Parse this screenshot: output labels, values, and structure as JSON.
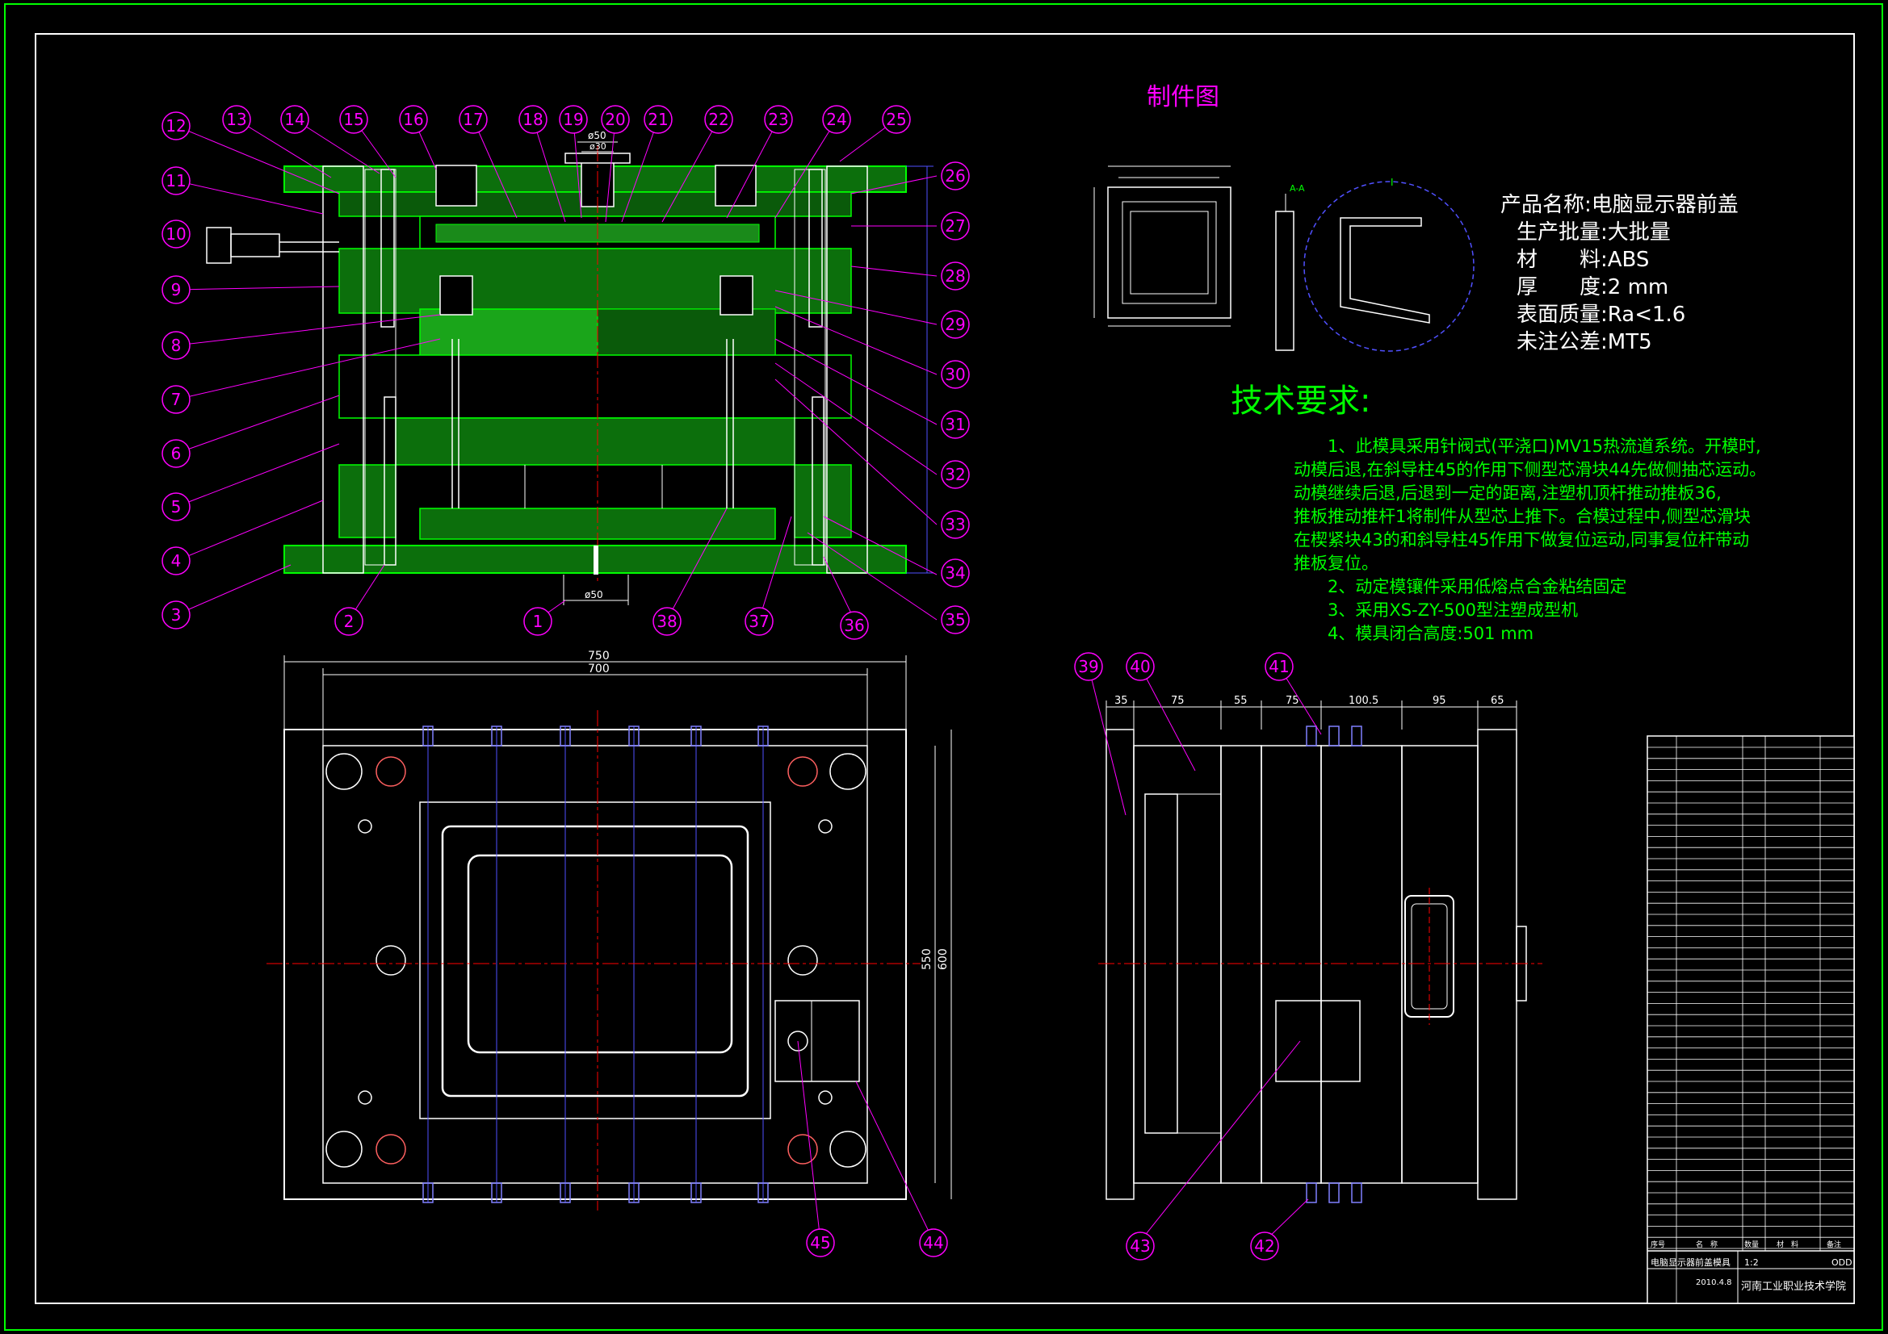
{
  "header": {
    "part_drawing_title": "制件图"
  },
  "product_info": [
    {
      "label": "产品名称:",
      "value": "电脑显示器前盖"
    },
    {
      "label": "生产批量:",
      "value": "大批量"
    },
    {
      "label": "材　　料:",
      "value": "ABS"
    },
    {
      "label": "厚　　度:",
      "value": "2 mm"
    },
    {
      "label": "表面质量:",
      "value": "Ra<1.6"
    },
    {
      "label": "未注公差:",
      "value": "MT5"
    }
  ],
  "tech": {
    "title": "技术要求:",
    "lines": [
      "　　1、此模具采用针阀式(平浇口)MV15热流道系统。开模时,",
      "动模后退,在斜导柱45的作用下侧型芯滑块44先做侧抽芯运动。",
      "动模继续后退,后退到一定的距离,注塑机顶杆推动推板36,",
      "推板推动推杆1将制件从型芯上推下。合模过程中,侧型芯滑块",
      "在楔紧块43的和斜导柱45作用下做复位运动,同事复位杆带动",
      "推板复位。",
      "　　2、动定模镶件采用低熔点合金粘结固定",
      "　　3、采用XS-ZY-500型注塑成型机",
      "　　4、模具闭合高度:501 mm"
    ]
  },
  "balloons_top": [
    "12",
    "13",
    "14",
    "15",
    "16",
    "17",
    "18",
    "19",
    "20",
    "21",
    "22",
    "23",
    "24",
    "25"
  ],
  "balloons_left": [
    "11",
    "10",
    "9",
    "8",
    "7",
    "6",
    "5",
    "4",
    "3"
  ],
  "balloons_right": [
    "26",
    "27",
    "28",
    "29",
    "30",
    "31",
    "32",
    "33",
    "34",
    "35"
  ],
  "balloons_bottom": [
    "2",
    "1",
    "38",
    "37",
    "36"
  ],
  "balloons_side_top": [
    "39",
    "40",
    "41"
  ],
  "balloons_lower": [
    "45",
    "44",
    "43",
    "42"
  ],
  "dims": {
    "d750": "750",
    "d700": "700",
    "d550": "550",
    "d600": "600",
    "phi50_top": "ø50",
    "phi30": "ø30",
    "phi50_bottom": "ø50",
    "side": [
      "35",
      "75",
      "55",
      "75",
      "100.5",
      "95",
      "65"
    ]
  },
  "section_labels": {
    "aa": "A-A",
    "detail": "I"
  },
  "title_block": {
    "drawing_name": "电脑显示器前盖模具",
    "school": "河南工业职业技术学院",
    "date": "2010.4.8",
    "scale": "1:2",
    "code": "ODD",
    "headers": [
      "序号",
      "名　称",
      "数量",
      "材　料",
      "备注"
    ]
  },
  "colors": {
    "background": "#000000",
    "frame": "#ffffff",
    "mold_green": "#00ff00",
    "balloon": "#ff00ff",
    "text_white": "#ffffff",
    "centerline_red": "#ff0000",
    "dim_blue": "#5050ff",
    "tech_green": "#00ff00",
    "title_magenta": "#ff00ff"
  }
}
